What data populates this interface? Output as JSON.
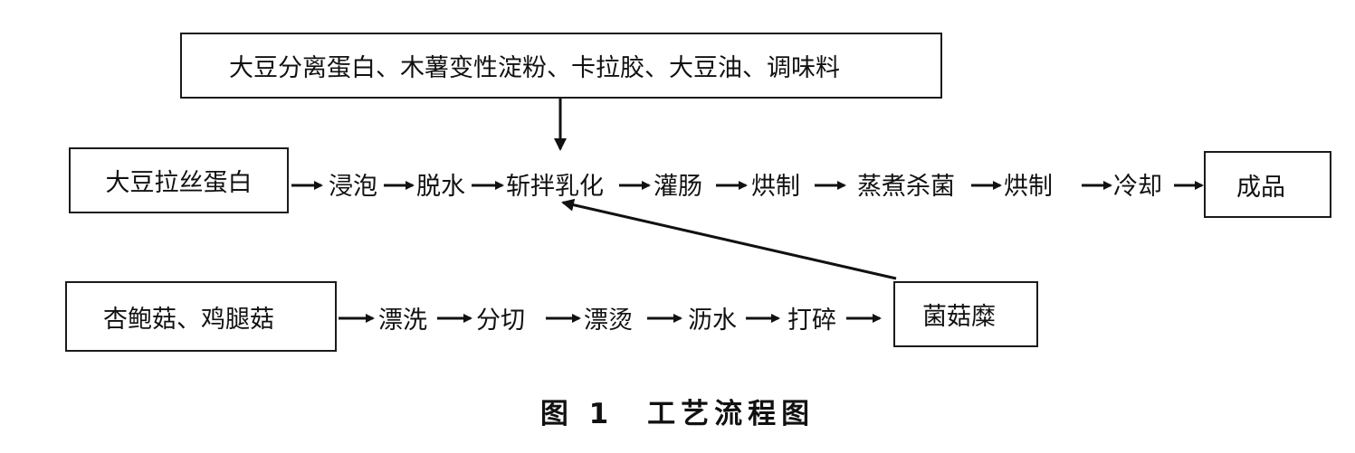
{
  "top_box": {
    "text": "大豆分离蛋白、木薯变性淀粉、卡拉胶、大豆油、调味料"
  },
  "row1": {
    "start": "大豆拉丝蛋白",
    "steps": [
      "浸泡",
      "脱水",
      "斩拌乳化",
      "灌肠",
      "烘制",
      "蒸煮杀菌",
      "烘制",
      "冷却"
    ],
    "end": "成品"
  },
  "row2": {
    "start": "杏鲍菇、鸡腿菇",
    "steps": [
      "漂洗",
      "分切",
      "漂烫",
      "沥水",
      "打碎"
    ],
    "end": "菌菇糜"
  },
  "caption": "图 1　工艺流程图"
}
